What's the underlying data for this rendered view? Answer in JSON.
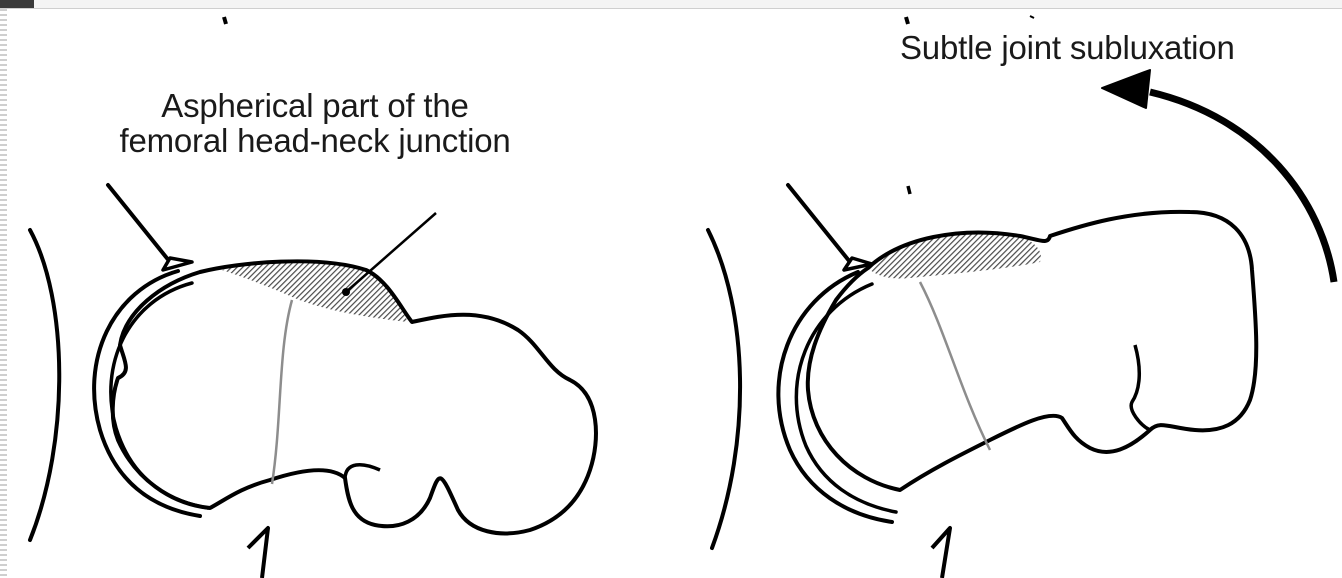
{
  "labels": {
    "left_line1": "Aspherical part of the",
    "left_line2": "femoral head-neck junction",
    "right": "Subtle joint subluxation"
  },
  "colors": {
    "ink": "#000000",
    "hatch": "#5a5a5a",
    "physis": "#9a9a9a",
    "background": "#ffffff"
  }
}
